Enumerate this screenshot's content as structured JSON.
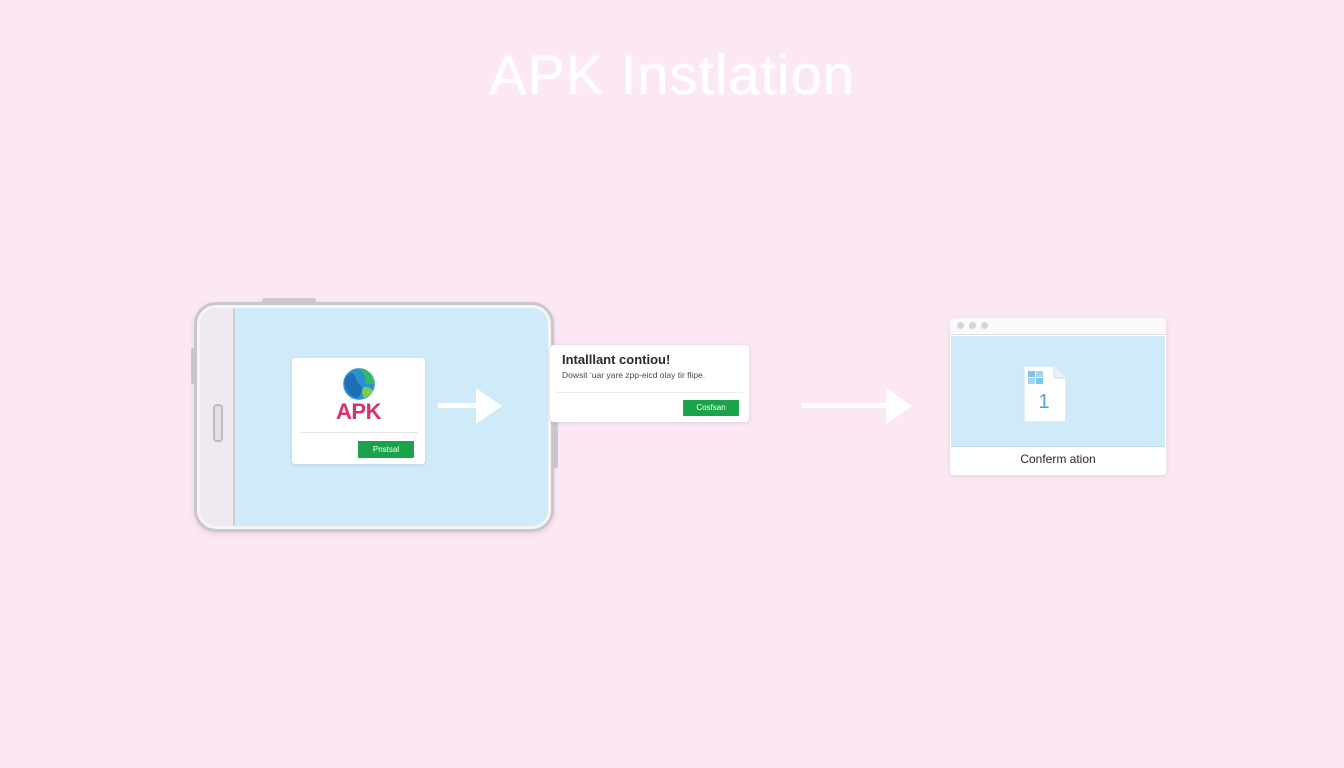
{
  "title": "APK Instlation",
  "apk_card": {
    "logo_text": "APK",
    "button_label": "Pnstsal"
  },
  "install_dialog": {
    "title": "Intalllant contiou!",
    "body": "Dowsit ‘uar yare zpp-eicd olay tir flipe.",
    "button_label": "Cosfsan"
  },
  "confirm_window": {
    "file_number": "1",
    "label": "Conferm ation"
  },
  "colors": {
    "background": "#fce8f4",
    "screen": "#cfeaf8",
    "button": "#1aa34a",
    "apk_label": "#d8306a"
  },
  "icons": [
    "globe-logo-icon",
    "right-arrow-icon",
    "file-icon"
  ]
}
